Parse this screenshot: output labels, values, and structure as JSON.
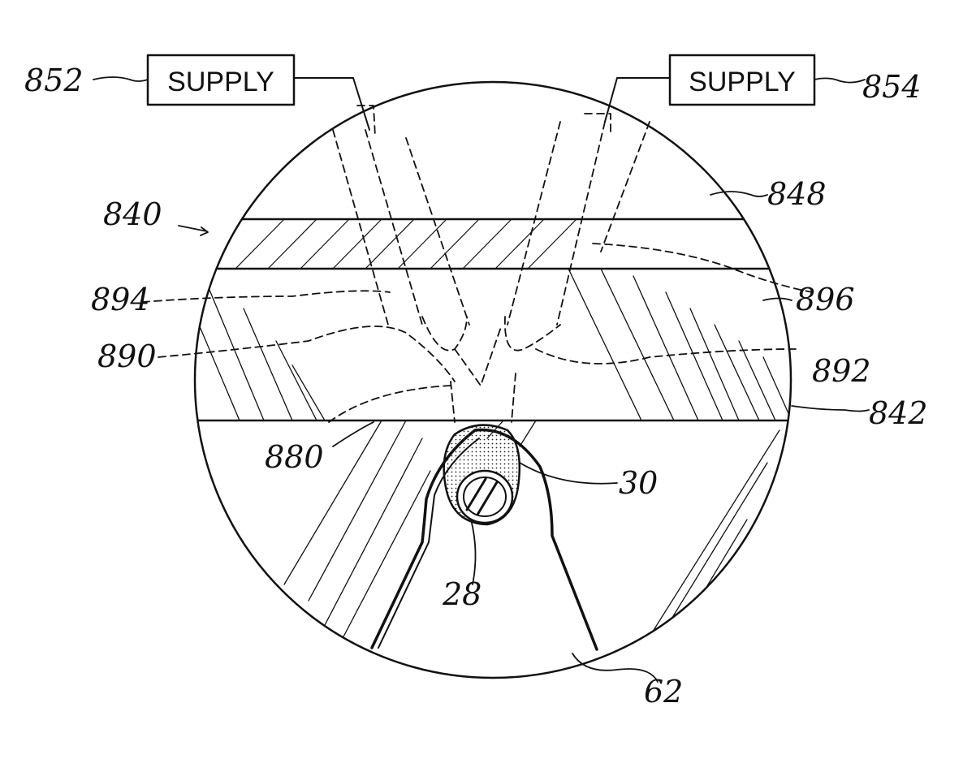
{
  "supply_left": {
    "label": "SUPPLY",
    "ref": "852"
  },
  "supply_right": {
    "label": "SUPPLY",
    "ref": "854"
  },
  "refs": {
    "r840": "840",
    "r848": "848",
    "r894": "894",
    "r896": "896",
    "r890": "890",
    "r892": "892",
    "r842": "842",
    "r880": "880",
    "r30": "30",
    "r28": "28",
    "r62": "62"
  }
}
